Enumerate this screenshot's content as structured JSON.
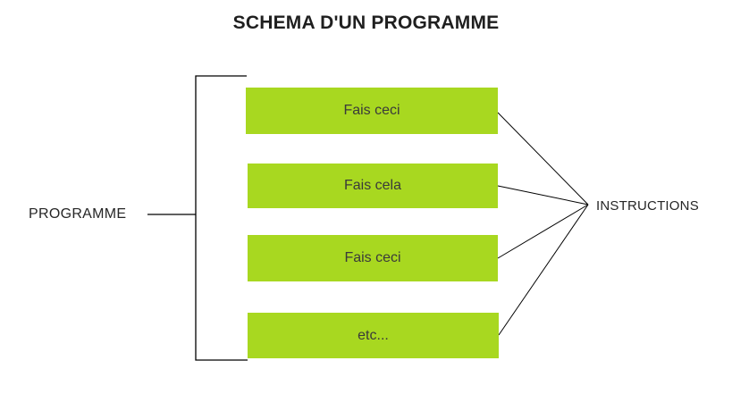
{
  "diagram": {
    "title": "SCHEMA D'UN PROGRAMME",
    "left_label": "PROGRAMME",
    "right_label": "INSTRUCTIONS",
    "boxes": [
      {
        "label": "Fais ceci"
      },
      {
        "label": "Fais cela"
      },
      {
        "label": "Fais ceci"
      },
      {
        "label": "etc..."
      }
    ],
    "colors": {
      "box_fill": "#a8d820",
      "box_text": "#3a3a3a",
      "line": "#000000",
      "title_text": "#1f1f1f",
      "background": "#ffffff"
    }
  }
}
